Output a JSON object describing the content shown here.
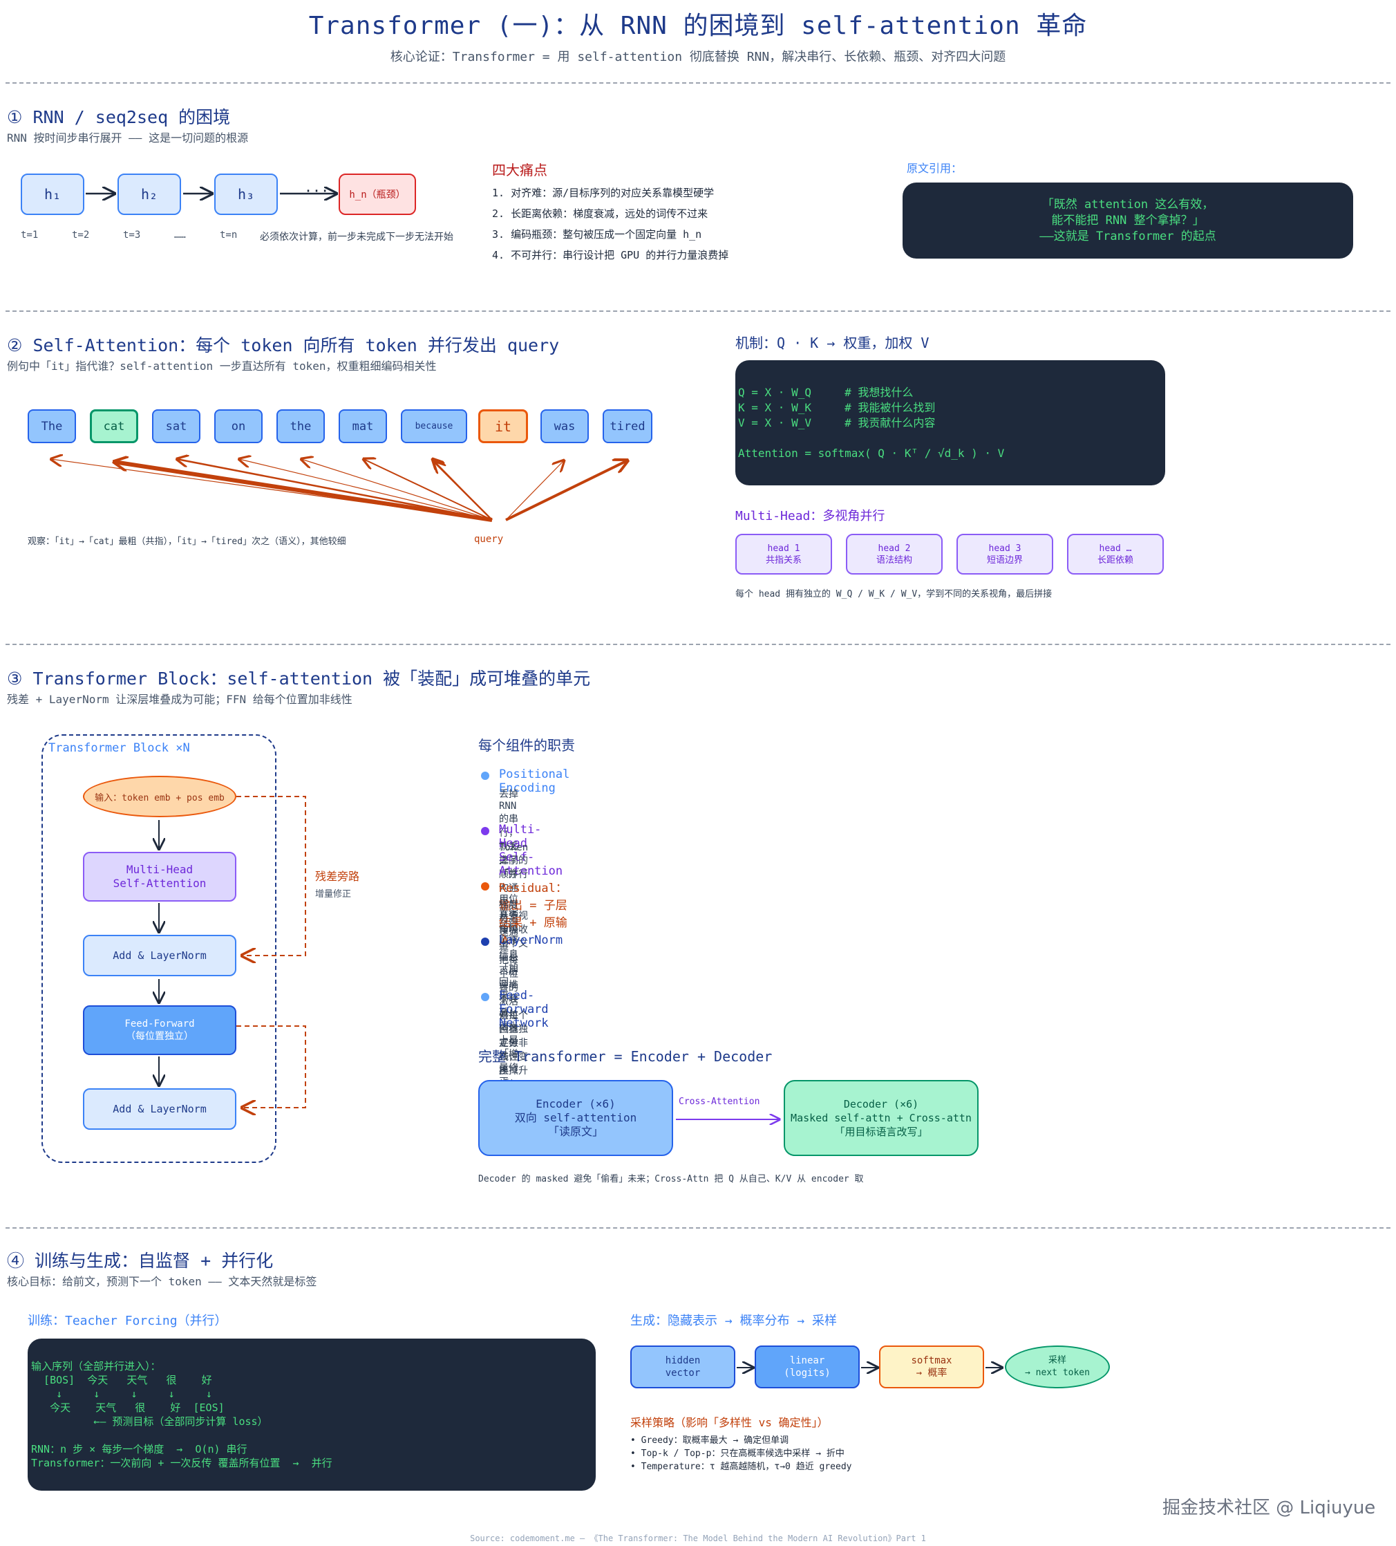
{
  "header": {
    "title": "Transformer (一)：从 RNN 的困境到 self-attention 革命",
    "subtitle": "核心论证：Transformer = 用 self-attention 彻底替换 RNN，解决串行、长依赖、瓶颈、对齐四大问题"
  },
  "s1": {
    "title": "① RNN / seq2seq 的困境",
    "subtitle": "RNN 按时间步串行展开 —— 这是一切问题的根源",
    "hidden": [
      "h₁",
      "h₂",
      "h₃",
      "h_n（瓶颈）"
    ],
    "dots": "···",
    "steps": [
      "t=1",
      "t=2",
      "t=3",
      "……",
      "t=n"
    ],
    "note": "必须依次计算，前一步未完成下一步无法开始",
    "pain_title": "四大痛点",
    "pains": [
      "1. 对齐难：源/目标序列的对应关系靠模型硬学",
      "2. 长距离依赖：梯度衰减，远处的词传不过来",
      "3. 编码瓶颈：整句被压成一个固定向量 h_n",
      "4. 不可并行：串行设计把 GPU 的并行力量浪费掉"
    ],
    "quote_label": "原文引用：",
    "quote_lines": [
      "「既然 attention 这么有效，",
      "能不能把 RNN 整个拿掉？」",
      "——这就是 Transformer 的起点"
    ]
  },
  "s2": {
    "title": "② Self-Attention：每个 token 向所有 token 并行发出 query",
    "subtitle": "例句中「it」指代谁？self-attention 一步直达所有 token，权重粗细编码相关性",
    "tokens": [
      "The",
      "cat",
      "sat",
      "on",
      "the",
      "mat",
      "because",
      "it",
      "was",
      "tired"
    ],
    "observe": "观察：「it」→「cat」最粗（共指），「it」→「tired」次之（语义），其他较细",
    "query_label": "query",
    "mech_title": "机制：Q · K → 权重，加权 V",
    "code_lines": [
      "Q = X · W_Q     # 我想找什么",
      "K = X · W_K     # 我能被什么找到",
      "V = X · W_V     # 我贡献什么内容",
      "",
      "Attention = softmax( Q · Kᵀ / √d_k ) · V"
    ],
    "mh_title": "Multi-Head：多视角并行",
    "heads": [
      {
        "name": "head 1",
        "desc": "共指关系"
      },
      {
        "name": "head 2",
        "desc": "语法结构"
      },
      {
        "name": "head 3",
        "desc": "短语边界"
      },
      {
        "name": "head …",
        "desc": "长距依赖"
      }
    ],
    "mh_note": "每个 head 拥有独立的 W_Q / W_K / W_V，学到不同的关系视角，最后拼接"
  },
  "s3": {
    "title": "③ Transformer Block：self-attention 被「装配」成可堆叠的单元",
    "subtitle": "残差 + LayerNorm 让深层堆叠成为可能；FFN 给每个位置加非线性",
    "block_label": "Transformer Block ×N",
    "input": "输入：token emb + pos emb",
    "mhsa": [
      "Multi-Head",
      "Self-Attention"
    ],
    "addnorm": "Add & LayerNorm",
    "ffn": [
      "Feed-Forward",
      "（每位置独立）"
    ],
    "residual_title": "残差旁路",
    "residual_sub": "增量修正",
    "comp_heading": "每个组件的职责",
    "components": [
      {
        "title": "Positional Encoding",
        "desc": "丢掉 RNN 的串行，就丢掉了顺序 → 用位置编码把顺序信息「加回来」",
        "color": "#3b82f6"
      },
      {
        "title": "Multi-Head Self-Attention",
        "desc": "Token 之间的「并行沟通层」，从多视角吸收上下文信息",
        "color": "#6d28d9"
      },
      {
        "title": "Residual：输出 = 子层结果 + 原输入",
        "desc": "梯度有高速通道 → 百层深堆不衰减；语义上是「增量修正」不是「重写」",
        "color": "#c2410c"
      },
      {
        "title": "LayerNorm",
        "desc": "把每个位置的激活值拉回稳定分布，压掉「无意义的数值波动」",
        "color": "#1e40af"
      },
      {
        "title": "Feed-Forward Network",
        "desc": "对每个位置独立做非线性变换（升维→ReLU→降维），注入「思考空间」",
        "color": "#1e40af"
      }
    ],
    "comp_dot_colors": [
      "#60a5fa",
      "#7c3aed",
      "#ea580c",
      "#1e40af",
      "#60a5fa"
    ],
    "full_title": "完整 Transformer = Encoder + Decoder",
    "encoder": [
      "Encoder (×6)",
      "双向 self-attention",
      "「读原文」"
    ],
    "cross_label": "Cross-Attention",
    "decoder": [
      "Decoder (×6)",
      "Masked self-attn + Cross-attn",
      "「用目标语言改写」"
    ],
    "ed_note": "Decoder 的 masked 避免「偷看」未来；Cross-Attn 把 Q 从自己、K/V 从 encoder 取"
  },
  "s4": {
    "title": "④ 训练与生成：自监督 + 并行化",
    "subtitle": "核心目标：给前文，预测下一个 token —— 文本天然就是标签",
    "train_title": "训练：Teacher Forcing（并行）",
    "train_lines": [
      "输入序列（全部并行进入）：",
      "  [BOS]  今天   天气   很    好",
      "    ↓     ↓     ↓     ↓     ↓",
      "   今天    天气   很    好  [EOS]",
      "          ←— 预测目标（全部同步计算 loss）",
      "",
      "RNN：n 步 × 每步一个梯度  →  O(n) 串行",
      "Transformer：一次前向 + 一次反传 覆盖所有位置  →  并行"
    ],
    "gen_title": "生成：隐藏表示 → 概率分布 → 采样",
    "gen_boxes": [
      [
        "hidden",
        "vector"
      ],
      [
        "linear",
        "(logits)"
      ],
      [
        "softmax",
        "→ 概率"
      ],
      [
        "采样",
        "→ next token"
      ]
    ],
    "strategy_title": "采样策略（影响「多样性 vs 确定性」）",
    "strategies": [
      "• Greedy：取概率最大 → 确定但单调",
      "• Top-k / Top-p：只在高概率候选中采样 → 折中",
      "• Temperature：τ 越高越随机，τ→0 趋近 greedy"
    ]
  },
  "footer": {
    "source": "Source: codemoment.me — 《The Transformer: The Model Behind the Modern AI Revolution》Part 1",
    "watermark": "掘金技术社区 @ Liqiuyue"
  },
  "colors": {
    "navy": "#1e3a8a",
    "arrow": "#c2410c",
    "code_bg": "#1e293b",
    "code_fg": "#4ade80"
  }
}
